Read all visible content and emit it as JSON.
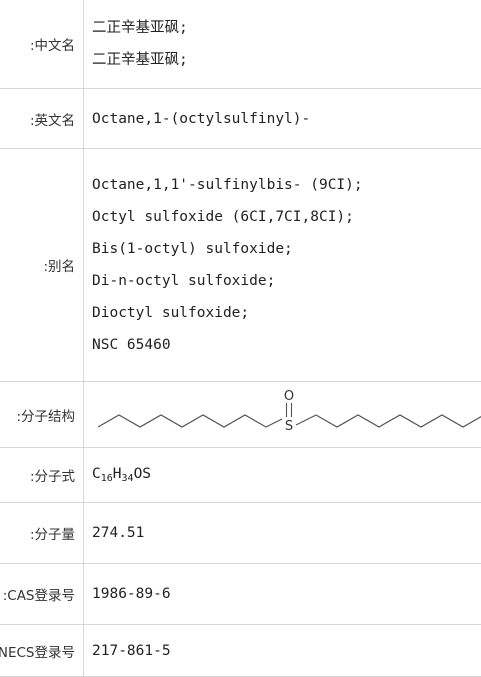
{
  "rows": {
    "chinese_name": {
      "label": "中文名:",
      "values": [
        "二正辛基亚砜;",
        "二正辛基亚砜;"
      ]
    },
    "english_name": {
      "label": "英文名:",
      "value": "Octane,1-(octylsulfinyl)-"
    },
    "aliases": {
      "label": "别名:",
      "values": [
        "Octane,1,1'-sulfinylbis- (9CI);",
        "Octyl sulfoxide (6CI,7CI,8CI);",
        "Bis(1-octyl) sulfoxide;",
        "Di-n-octyl sulfoxide;",
        "Dioctyl sulfoxide;",
        "NSC 65460"
      ]
    },
    "structure": {
      "label": "分子结构:",
      "atom_s": "S",
      "atom_o": "O"
    },
    "formula": {
      "label": "分子式:",
      "c": "C",
      "c_count": "16",
      "h": "H",
      "h_count": "34",
      "rest": "OS"
    },
    "molecular_weight": {
      "label": "分子量:",
      "value": "274.51"
    },
    "cas": {
      "label": "CAS登录号:",
      "value": "1986-89-6"
    },
    "einecs": {
      "label": "EINECS登录号:",
      "value": "217-861-5"
    }
  },
  "colors": {
    "border": "#d6d6d6",
    "text": "#222222",
    "label": "#333333"
  }
}
